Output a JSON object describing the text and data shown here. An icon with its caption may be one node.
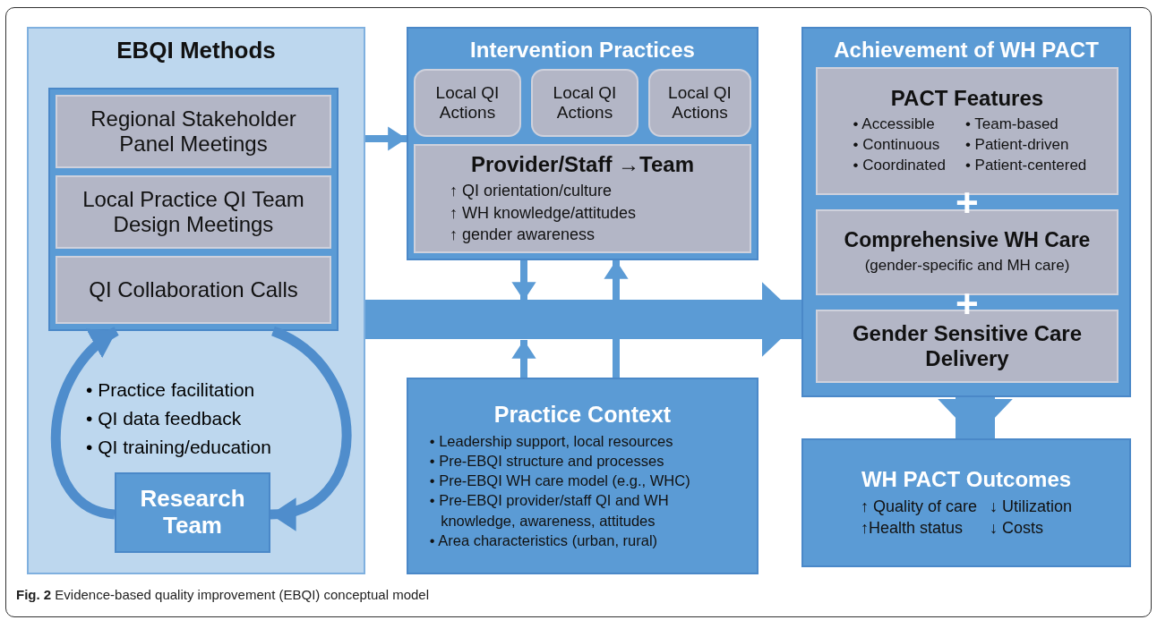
{
  "diagram": {
    "caption": "**Fig. 2** Evidence-based quality improvement (EBQI) conceptual model",
    "nodes": [
      {
        "text": [
          "EBQI Methods"
        ]
      },
      {
        "text": [],
        "shape": "box",
        "in": 0
      },
      {
        "text": [
          "Regional Stakeholder Panel Meetings"
        ],
        "in": 1
      },
      {
        "text": [
          "Local Practice QI Team Design Meetings"
        ],
        "in": 1
      },
      {
        "text": [
          "QI Collaboration Calls"
        ],
        "in": 1
      },
      {
        "text": [
          "Research Team"
        ],
        "in": 0
      },
      {
        "text": [
          "Intervention Practices"
        ]
      },
      {
        "text": [
          "Local QI Actions"
        ],
        "in": 6
      },
      {
        "text": [
          "Local QI Actions"
        ],
        "in": 6
      },
      {
        "text": [
          "Local QI Actions"
        ],
        "in": 6
      },
      {
        "text": [
          "Provider/Staff →Team",
          "↑ QI orientation/culture",
          "↑ WH knowledge/attitudes",
          "↑ gender awareness"
        ],
        "in": 6
      },
      {
        "text": [
          "Practice Context",
          "• Leadership support, local resources",
          "• Pre-EBQI structure and processes",
          "• Pre-EBQI WH care model (e.g., WHC)",
          "• Pre-EBQI provider/staff QI and WH knowledge, awareness, attitudes",
          "• Area characteristics (urban, rural)"
        ]
      },
      {
        "text": [
          "Achievement of WH PACT"
        ]
      },
      {
        "text": [
          "PACT Features",
          "• Accessible",
          "• Team-based",
          "• Continuous",
          "• Patient-driven",
          "• Coordinated",
          "• Patient-centered"
        ],
        "in": 12
      },
      {
        "text": [
          "Comprehensive WH Care",
          "(gender-specific and MH care)"
        ],
        "in": 12
      },
      {
        "text": [
          "Gender Sensitive Care Delivery"
        ],
        "in": 12
      },
      {
        "text": [
          "WH PACT Outcomes",
          "↑ Quality of care",
          "↓ Utilization",
          "↑Health status",
          "↓ Costs"
        ]
      }
    ],
    "edges": [
      {
        "from": 0,
        "to": 6,
        "arrow": "to"
      },
      {
        "from": 0,
        "to": 12,
        "arrow": "to",
        "style": "thick"
      },
      {
        "from": 6,
        "to": null,
        "arrow": "to"
      },
      {
        "from": 11,
        "to": null,
        "arrow": "to"
      },
      {
        "from": 11,
        "to": 6,
        "arrow": "to"
      },
      {
        "from": 12,
        "to": 16,
        "arrow": "to",
        "style": "thick"
      },
      {
        "from": 5,
        "to": 1,
        "arrow": "to"
      },
      {
        "from": 1,
        "to": 5,
        "arrow": "to"
      }
    ],
    "labels": [
      "• Practice facilitation",
      "• QI data feedback",
      "• QI training/education",
      "+",
      "+"
    ]
  }
}
